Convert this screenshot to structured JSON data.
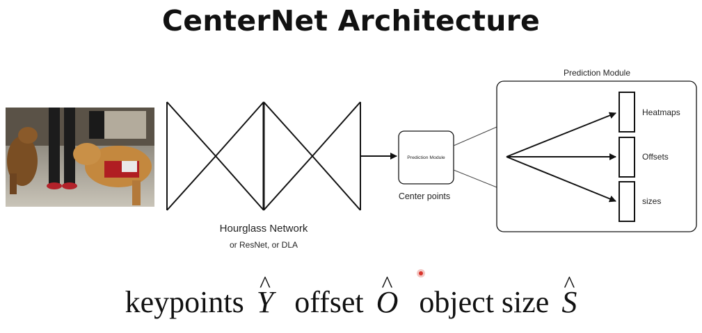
{
  "title": "CenterNet Architecture",
  "backbone": {
    "name": "Hourglass Network",
    "alternatives": "or ResNet, or DLA"
  },
  "small_box": {
    "label": "Prediction Module",
    "caption": "Center points"
  },
  "prediction_module": {
    "title": "Prediction Module",
    "outputs": [
      "Heatmaps",
      "Offsets",
      "sizes"
    ]
  },
  "formula": {
    "term1": "keypoints",
    "sym1": "Y",
    "term2": "offset",
    "sym2": "O",
    "term3": "object size",
    "sym3": "S",
    "hat": "^"
  },
  "photo": {
    "description_icon": "dogs-photo"
  },
  "colors": {
    "stroke": "#111111",
    "cursor": "#d9342b"
  }
}
